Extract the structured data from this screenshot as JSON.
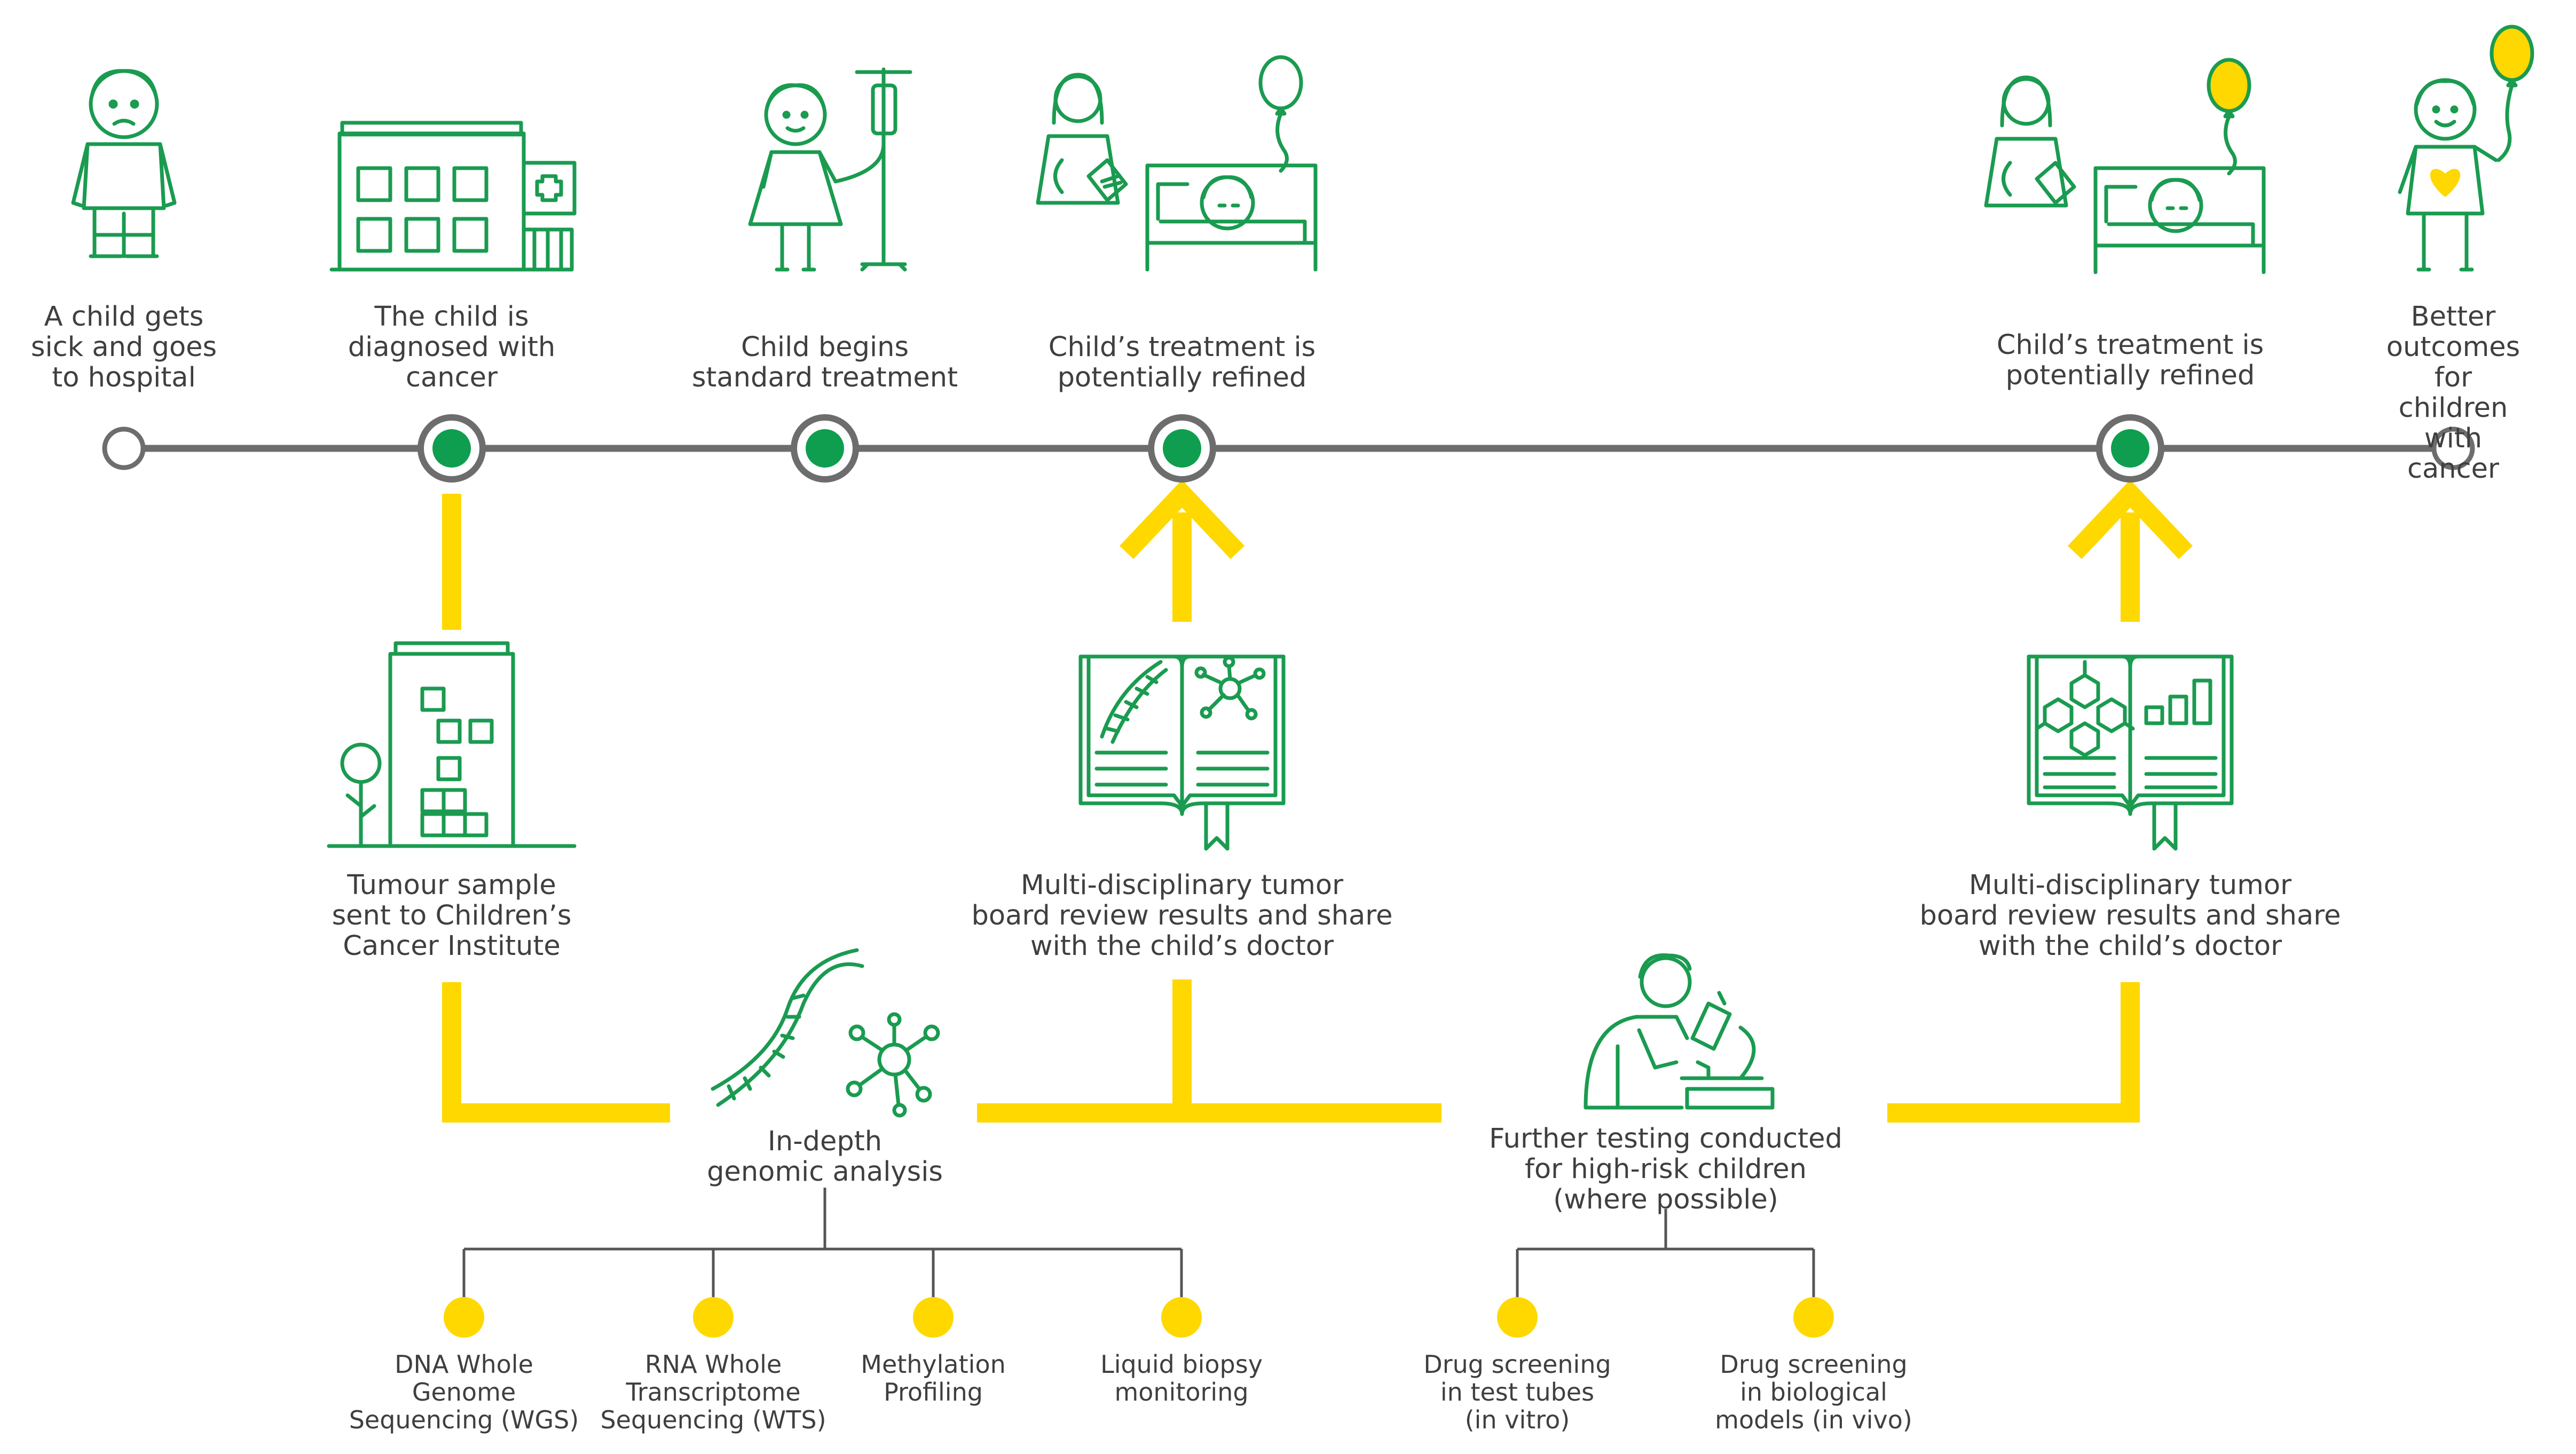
{
  "colors": {
    "green": "#1a9b50",
    "green_fill": "#0f9e4f",
    "yellow": "#ffd800",
    "timeline_gray": "#6d6d6d",
    "text": "#3f3f3f",
    "connector_gray": "#555555"
  },
  "timeline": {
    "nodes": [
      {
        "filled": false
      },
      {
        "filled": true
      },
      {
        "filled": true
      },
      {
        "filled": true
      },
      {
        "filled": true
      },
      {
        "filled": false
      }
    ],
    "labels": [
      "A child gets\nsick and goes\nto hospital",
      "The child is\ndiagnosed with\ncancer",
      "Child begins\nstandard treatment",
      "Child’s treatment is\npotentially refined",
      "Child’s treatment is\npotentially refined",
      "Better outcomes\nfor children\nwith cancer"
    ]
  },
  "steps": {
    "tumour_sample": "Tumour sample\nsent to Children’s\nCancer Institute",
    "board_review_1": "Multi-disciplinary tumor\nboard review results and share\nwith the child’s doctor",
    "board_review_2": "Multi-disciplinary tumor\nboard review results and share\nwith the child’s doctor",
    "genomic_analysis": "In-depth\ngenomic analysis",
    "further_testing": "Further testing conducted\nfor high-risk children\n(where possible)"
  },
  "genomic_methods": [
    "DNA Whole\nGenome\nSequencing (WGS)",
    "RNA Whole\nTranscriptome\nSequencing (WTS)",
    "Methylation\nProfiling",
    "Liquid biopsy\nmonitoring"
  ],
  "testing_methods": [
    "Drug screening\nin test tubes\n(in vitro)",
    "Drug screening\nin biological\nmodels (in vivo)"
  ],
  "icons": [
    "sick-child-icon",
    "hospital-building-icon",
    "child-with-iv-drip-icon",
    "doctor-and-child-in-bed-icon",
    "research-institute-icon",
    "dna-book-icon",
    "dna-molecule-icon",
    "scientist-microscope-icon",
    "data-book-icon",
    "doctor-and-child-in-bed-yellow-balloon-icon",
    "happy-child-with-balloon-icon"
  ]
}
